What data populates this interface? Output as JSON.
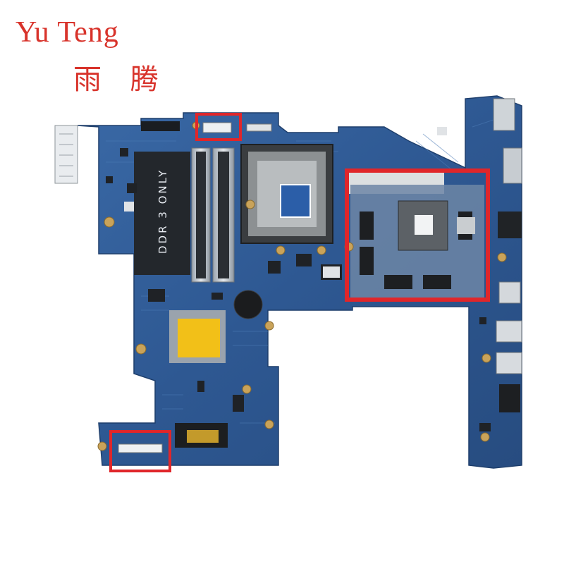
{
  "watermark": {
    "name_latin": "Yu Teng",
    "name_chinese": "雨 腾",
    "color": "#d8332b"
  },
  "board": {
    "ram_slot_label": "DDR 3 ONLY",
    "pcb_color": "#2f5b95",
    "highlight_color": "#e0262a"
  }
}
